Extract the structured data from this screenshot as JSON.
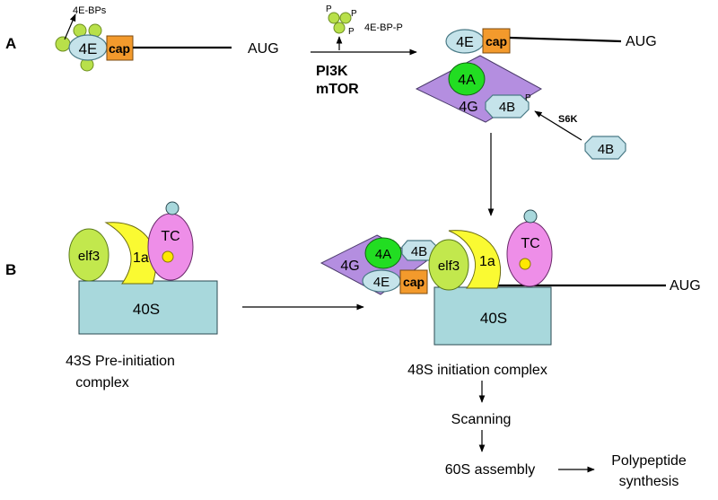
{
  "panels": {
    "a": "A",
    "b": "B"
  },
  "factors": {
    "e": "4E",
    "cap": "cap",
    "a": "4A",
    "g": "4G",
    "b": "4B",
    "elf3": "elf3",
    "one_a": "1a",
    "tc": "TC",
    "ribosome_40s": "40S"
  },
  "mrna": {
    "aug": "AUG"
  },
  "labels": {
    "bps": "4E-BPs",
    "bp_p": "4E-BP-P",
    "p": "P",
    "pi3k": "PI3K",
    "mtor": "mTOR",
    "s6k": "S6K",
    "complex_43s_line1": "43S Pre-initiation",
    "complex_43s_line2": "complex",
    "complex_48s": "48S initiation complex",
    "scanning": "Scanning",
    "assembly_60s": "60S assembly",
    "polypeptide": "Polypeptide",
    "synthesis": "synthesis"
  },
  "colors": {
    "eif4e": "#c5e3ea",
    "cap": "#f39a2c",
    "eif4a": "#22dd22",
    "eif4g": "#b48ee0",
    "bp": "#b8e04a",
    "elf3": "#c2e84d",
    "one_a": "#fafa32",
    "tc": "#ee8ee8",
    "tc_dot": "#ffe800",
    "ribosome": "#a8d8dc"
  }
}
